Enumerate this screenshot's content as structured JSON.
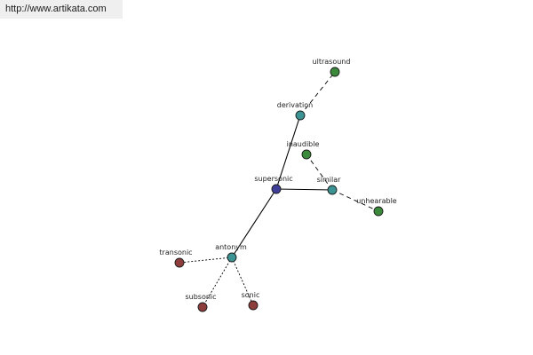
{
  "watermark": {
    "text": "http://www.artikata.com"
  },
  "colors": {
    "root": "#3f3f9a",
    "relation": "#3c9393",
    "synonym": "#3b8a3b",
    "antonym": "#8e3d3d",
    "edge": "#000000"
  },
  "graph": {
    "nodes": [
      {
        "id": "supersonic",
        "label": "supersonic",
        "kind": "root"
      },
      {
        "id": "derivation",
        "label": "derivation",
        "kind": "relation"
      },
      {
        "id": "similar",
        "label": "similar",
        "kind": "relation"
      },
      {
        "id": "antonym",
        "label": "antonym",
        "kind": "relation"
      },
      {
        "id": "ultrasound",
        "label": "ultrasound",
        "kind": "synonym"
      },
      {
        "id": "inaudible",
        "label": "inaudible",
        "kind": "synonym"
      },
      {
        "id": "unhearable",
        "label": "unhearable",
        "kind": "synonym"
      },
      {
        "id": "transonic",
        "label": "transonic",
        "kind": "antonym"
      },
      {
        "id": "subsonic",
        "label": "subsonic",
        "kind": "antonym"
      },
      {
        "id": "sonic",
        "label": "sonic",
        "kind": "antonym"
      }
    ],
    "edges": [
      {
        "from": "supersonic",
        "to": "derivation",
        "style": "solid"
      },
      {
        "from": "supersonic",
        "to": "similar",
        "style": "solid"
      },
      {
        "from": "supersonic",
        "to": "antonym",
        "style": "solid"
      },
      {
        "from": "derivation",
        "to": "ultrasound",
        "style": "dashed"
      },
      {
        "from": "similar",
        "to": "inaudible",
        "style": "dashed"
      },
      {
        "from": "similar",
        "to": "unhearable",
        "style": "dashed"
      },
      {
        "from": "antonym",
        "to": "transonic",
        "style": "dotted"
      },
      {
        "from": "antonym",
        "to": "subsonic",
        "style": "dotted"
      },
      {
        "from": "antonym",
        "to": "sonic",
        "style": "dotted"
      }
    ]
  }
}
